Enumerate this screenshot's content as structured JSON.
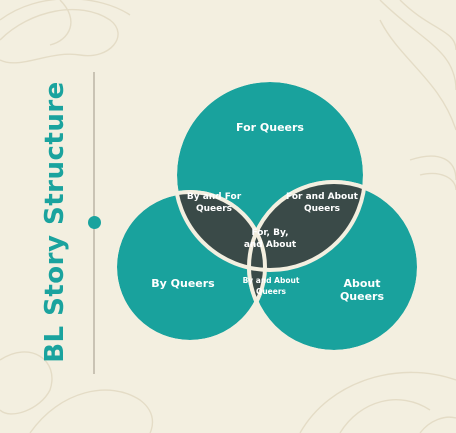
{
  "title": "BL Story Structure",
  "colors": {
    "background": "#f3efe0",
    "circle_fill": "#19a29d",
    "overlap_fill": "#3a4a48",
    "outline": "#f3efe0",
    "title": "#1aa39e"
  },
  "regions": {
    "for_queers": "For Queers",
    "by_queers": "By Queers",
    "about_queers_1": "About",
    "about_queers_2": "Queers",
    "by_and_for_1": "By and For",
    "by_and_for_2": "Queers",
    "for_and_about_1": "For and About",
    "for_and_about_2": "Queers",
    "by_and_about_1": "By and About",
    "by_and_about_2": "Queers",
    "center_1": "For, By,",
    "center_2": "and About"
  }
}
